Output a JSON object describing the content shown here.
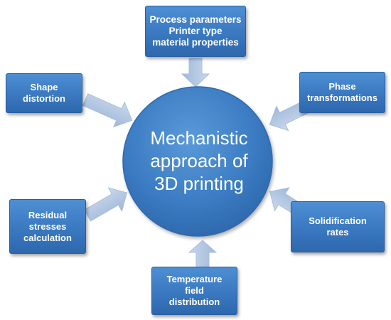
{
  "center": {
    "lines": [
      "Mechanistic",
      "approach of",
      "3D printing"
    ]
  },
  "nodes": {
    "top": [
      "Process parameters",
      "Printer type",
      "material properties"
    ],
    "shape_distortion": [
      "Shape",
      "distortion"
    ],
    "phase_transformations": [
      "Phase",
      "transformations"
    ],
    "residual_stresses": [
      "Residual",
      "stresses",
      "calculation"
    ],
    "solidification": [
      "Solidification",
      "rates"
    ],
    "temperature": [
      "Temperature",
      "field",
      "distribution"
    ]
  },
  "colors": {
    "box_fill": "#3f7fc6",
    "circle_fill": "#3b7cc4",
    "arrow_fill": "#b8cce4",
    "text": "#ffffff"
  }
}
